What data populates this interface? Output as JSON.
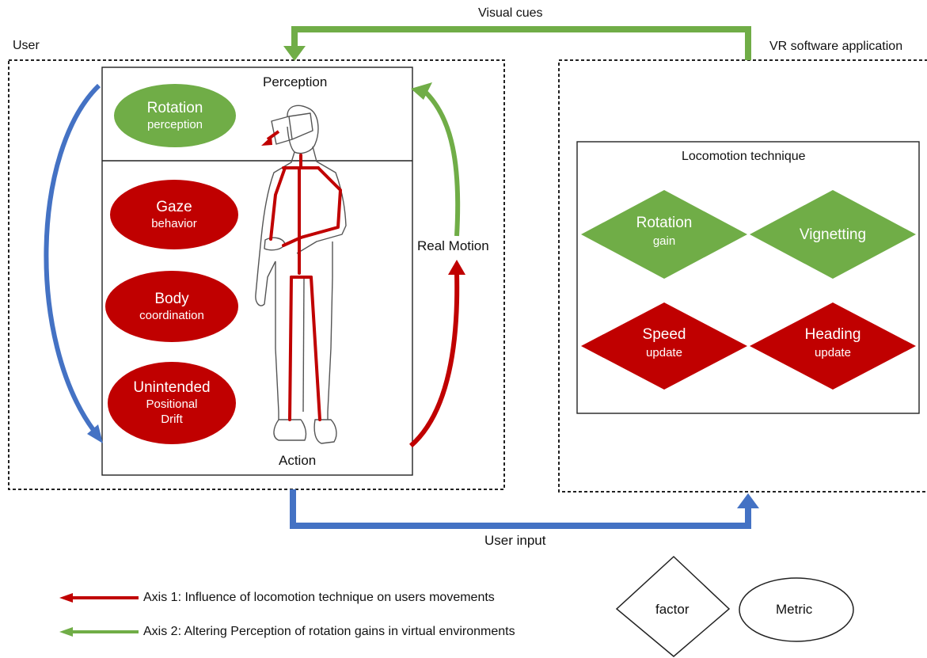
{
  "arrows": {
    "visual_cues": "Visual cues",
    "user_input": "User input",
    "real_motion": "Real Motion"
  },
  "user_panel": {
    "title": "User",
    "perception_label": "Perception",
    "action_label": "Action",
    "metrics": [
      {
        "line1": "Rotation",
        "line2": "perception",
        "color": "#70ad47"
      },
      {
        "line1": "Gaze",
        "line2": "behavior",
        "color": "#c00000"
      },
      {
        "line1": "Body",
        "line2": "coordination",
        "color": "#c00000"
      },
      {
        "line1": "Unintended",
        "line2": "Positional",
        "line3": "Drift",
        "color": "#c00000"
      }
    ]
  },
  "vr_panel": {
    "title": "VR software application",
    "inner_title": "Locomotion technique",
    "factors": [
      {
        "line1": "Rotation",
        "line2": "gain",
        "color": "#70ad47"
      },
      {
        "line1": "Vignetting",
        "line2": "",
        "color": "#70ad47"
      },
      {
        "line1": "Speed",
        "line2": "update",
        "color": "#c00000"
      },
      {
        "line1": "Heading",
        "line2": "update",
        "color": "#c00000"
      }
    ]
  },
  "legend": {
    "axis1": "Axis 1: Influence of locomotion technique on users movements",
    "axis2": "Axis 2: Altering Perception of rotation gains in virtual environments",
    "axis1_color": "#c00000",
    "axis2_color": "#70ad47",
    "factor_label": "factor",
    "metric_label": "Metric"
  },
  "colors": {
    "red": "#c00000",
    "green": "#70ad47",
    "blue": "#4472c4"
  }
}
